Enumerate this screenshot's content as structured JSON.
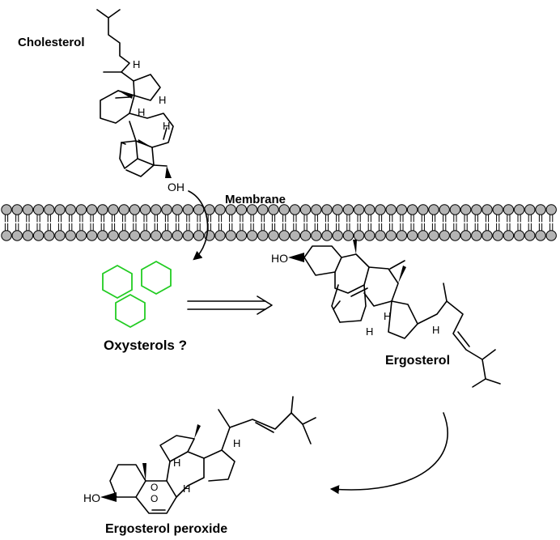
{
  "labels": {
    "cholesterol": "Cholesterol",
    "membrane": "Membrane",
    "oxysterols": "Oxysterols ?",
    "ergosterol": "Ergosterol",
    "ergosterol_peroxide": "Ergosterol peroxide"
  },
  "atoms": {
    "hydroxyl": "OH",
    "hydroxyl_left": "HO",
    "hydrogen": "H",
    "oxygen": "O"
  },
  "colors": {
    "phospholipid_head": "#b4b4b4",
    "oxysterol_rings": "#22cc22",
    "ink": "#000000"
  }
}
